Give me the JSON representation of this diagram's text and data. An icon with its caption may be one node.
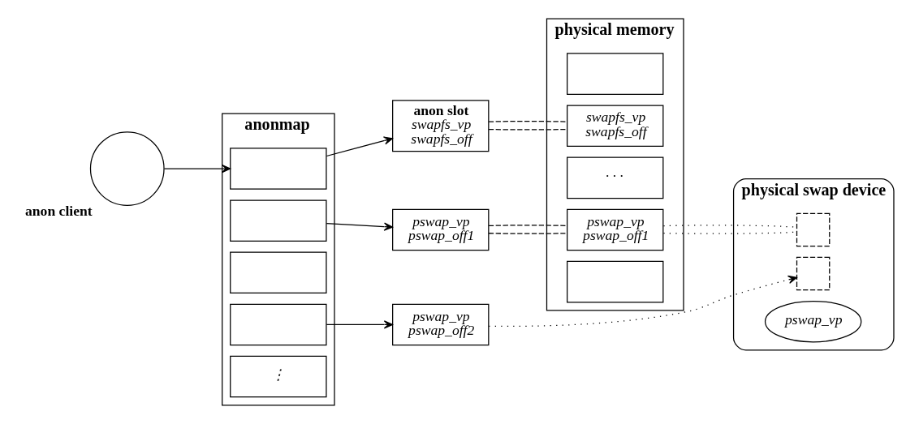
{
  "diagram": {
    "nodes": [
      {
        "text": [
          "anon client"
        ]
      },
      {
        "text": [
          "anonmap"
        ]
      },
      {
        "text": [],
        "shape": "box",
        "in": 1
      },
      {
        "text": [],
        "shape": "box",
        "in": 1
      },
      {
        "text": [],
        "shape": "box",
        "in": 1
      },
      {
        "text": [],
        "shape": "box",
        "in": 1
      },
      {
        "text": [
          "⋮"
        ],
        "in": 1
      },
      {
        "text": [
          "anon slot",
          "swapfs_vp",
          "swapfs_off"
        ]
      },
      {
        "text": [
          "pswap_vp",
          "pswap_off1"
        ]
      },
      {
        "text": [
          "pswap_vp",
          "pswap_off2"
        ]
      },
      {
        "text": [
          "physical memory"
        ]
      },
      {
        "text": [],
        "shape": "box",
        "in": 10
      },
      {
        "text": [
          "swapfs_vp",
          "swapfs_off"
        ],
        "in": 10
      },
      {
        "text": [
          "· · ·"
        ],
        "in": 10
      },
      {
        "text": [
          "pswap_vp",
          "pswap_off1"
        ],
        "in": 10
      },
      {
        "text": [],
        "shape": "box",
        "in": 10
      },
      {
        "text": [
          "physical swap device"
        ]
      },
      {
        "text": [],
        "shape": "box",
        "in": 16
      },
      {
        "text": [],
        "shape": "box",
        "in": 16
      },
      {
        "text": [
          "pswap_vp"
        ],
        "in": 16
      }
    ],
    "edges": [
      {
        "from": 0,
        "to": 2,
        "arrow": "to"
      },
      {
        "from": 2,
        "to": 7,
        "arrow": "to"
      },
      {
        "from": 3,
        "to": 8,
        "arrow": "to"
      },
      {
        "from": 5,
        "to": 9,
        "arrow": "to"
      },
      {
        "from": 7,
        "to": 12,
        "arrow": "none",
        "style": "dashed"
      },
      {
        "from": 7,
        "to": 12,
        "arrow": "none",
        "style": "dashed"
      },
      {
        "from": 8,
        "to": 14,
        "arrow": "none",
        "style": "dashed"
      },
      {
        "from": 8,
        "to": 14,
        "arrow": "none",
        "style": "dashed"
      },
      {
        "from": 14,
        "to": 17,
        "arrow": "none",
        "style": "dashed"
      },
      {
        "from": 14,
        "to": 17,
        "arrow": "none",
        "style": "dashed"
      },
      {
        "from": 9,
        "to": 18,
        "arrow": "to",
        "style": "dashed"
      }
    ]
  }
}
